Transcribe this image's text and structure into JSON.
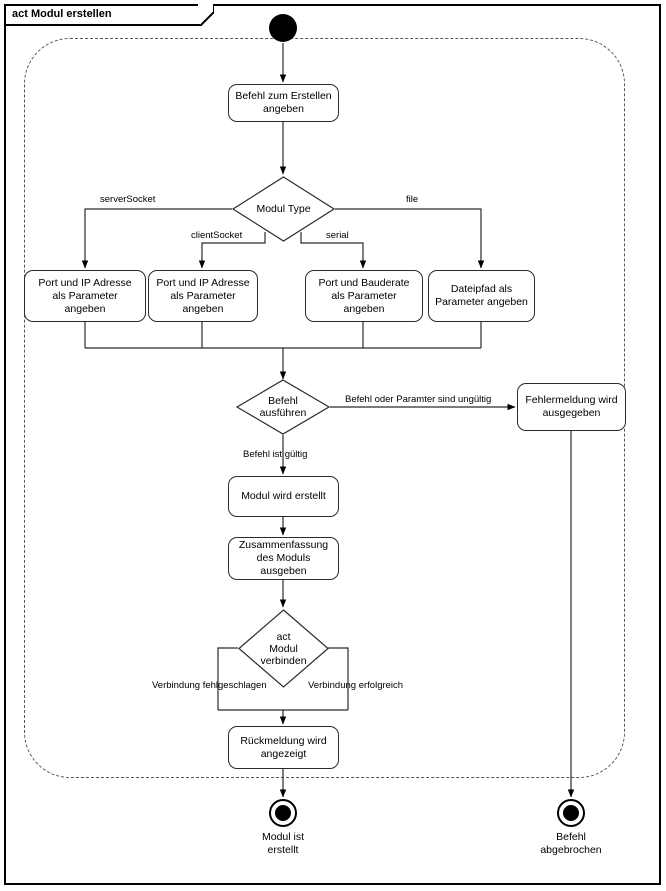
{
  "frame": {
    "title": "act Modul erstellen"
  },
  "nodes": {
    "start": {
      "caption": ""
    },
    "a_befehl_angeben": {
      "label": "Befehl zum Erstellen\nangeben"
    },
    "d_modul_type": {
      "label": "Modul Type"
    },
    "a_server_socket": {
      "label": "Port und IP Adresse\nals Parameter\nangeben"
    },
    "a_client_socket": {
      "label": "Port und IP Adresse\nals Parameter\nangeben"
    },
    "a_serial": {
      "label": "Port und Bauderate\nals Parameter\nangeben"
    },
    "a_file": {
      "label": "Dateipfad als\nParameter angeben"
    },
    "d_befehl_ausfuehren": {
      "label": "Befehl\nausführen"
    },
    "a_fehlermeldung": {
      "label": "Fehlermeldung wird\nausgegeben"
    },
    "a_modul_erstellt": {
      "label": "Modul wird erstellt"
    },
    "a_zusammenfassung": {
      "label": "Zusammenfassung\ndes Moduls ausgeben"
    },
    "d_modul_verbinden": {
      "label": "act\nModul\nverbinden"
    },
    "a_rueckmeldung": {
      "label": "Rückmeldung wird\nangezeigt"
    },
    "end_modul_erstellt": {
      "caption": "Modul ist\nerstellt"
    },
    "end_befehl_abgebrochen": {
      "caption": "Befehl\nabgebrochen"
    }
  },
  "edge_labels": {
    "server_socket": "serverSocket",
    "client_socket": "clientSocket",
    "serial": "serial",
    "file": "file",
    "befehl_ungueltig": "Befehl oder Paramter sind ungültig",
    "befehl_gueltig": "Befehl ist gültig",
    "verbindung_fehlgeschlagen": "Verbindung fehlgeschlagen",
    "verbindung_erfolgreich": "Verbindung erfolgreich"
  },
  "colors": {
    "line": "#2b2b2b",
    "fill": "#ffffff",
    "frame": "#000000",
    "region_dash": "#555555"
  }
}
